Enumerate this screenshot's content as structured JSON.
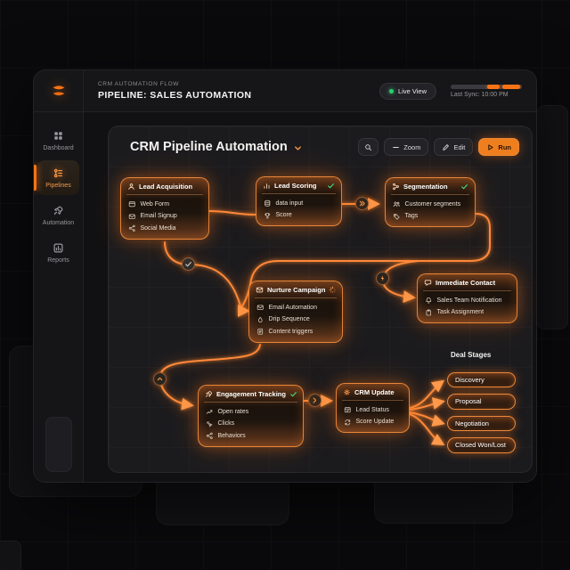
{
  "app": {
    "header": {
      "eyebrow": "CRM AUTOMATION FLOW",
      "title": "PIPELINE: SALES AUTOMATION",
      "live_badge": "Live View",
      "last_sync": "Last Sync: 10:00 PM",
      "logo_icon": "layers-logo"
    },
    "sidebar": {
      "items": [
        {
          "label": "Dashboard",
          "icon": "grid",
          "active": false
        },
        {
          "label": "Pipelines",
          "icon": "pipeline",
          "active": true
        },
        {
          "label": "Automation",
          "icon": "rocket",
          "active": false
        },
        {
          "label": "Reports",
          "icon": "chart-box",
          "active": false
        }
      ]
    },
    "canvas": {
      "title": "CRM Pipeline Automation",
      "title_chevron": "chevron-down",
      "toolbar": {
        "zoom_icon": "magnifier",
        "zoom_minus": "minus",
        "zoom_label": "Zoom",
        "edit_icon": "pencil",
        "edit_label": "Edit",
        "run_icon": "play",
        "run_label": "Run"
      },
      "nodes": [
        {
          "title": "Lead Acquisition",
          "icon": "user",
          "status": "",
          "items": [
            {
              "icon": "browser",
              "label": "Web Form"
            },
            {
              "icon": "mail",
              "label": "Email Signup"
            },
            {
              "icon": "share",
              "label": "Social Media"
            }
          ]
        },
        {
          "title": "Lead Scoring",
          "icon": "chart-bars",
          "status": "check",
          "items": [
            {
              "icon": "database",
              "label": "data input"
            },
            {
              "icon": "trophy",
              "label": "Score"
            }
          ]
        },
        {
          "title": "Segmentation",
          "icon": "nodes",
          "status": "check",
          "items": [
            {
              "icon": "users",
              "label": "Customer segments"
            },
            {
              "icon": "tag",
              "label": "Tags"
            }
          ]
        },
        {
          "title": "Nurture Campaign",
          "icon": "mail",
          "status": "spinner",
          "items": [
            {
              "icon": "mail",
              "label": "Email Automation"
            },
            {
              "icon": "droplet",
              "label": "Drip Sequence"
            },
            {
              "icon": "doc",
              "label": "Content triggers"
            }
          ]
        },
        {
          "title": "Immediate Contact",
          "icon": "chat",
          "status": "",
          "items": [
            {
              "icon": "bell",
              "label": "Sales Team Notification"
            },
            {
              "icon": "clipboard",
              "label": "Task Assignment"
            }
          ]
        },
        {
          "title": "Engagement Tracking",
          "icon": "rocket",
          "status": "check",
          "items": [
            {
              "icon": "trend",
              "label": "Open rates"
            },
            {
              "icon": "click",
              "label": "Clicks"
            },
            {
              "icon": "share",
              "label": "Behaviors"
            }
          ]
        },
        {
          "title": "CRM Update",
          "icon": "gear",
          "status": "",
          "items": [
            {
              "icon": "calendar-check",
              "label": "Lead Status"
            },
            {
              "icon": "refresh",
              "label": "Score Update"
            }
          ]
        }
      ],
      "connector_badges": [
        {
          "icon": "check"
        },
        {
          "icon": "chevrons-right"
        },
        {
          "icon": "spark"
        },
        {
          "icon": "chevron-up"
        },
        {
          "icon": "chevron-right"
        }
      ],
      "deal_stages": {
        "label": "Deal Stages",
        "stages": [
          "Discovery",
          "Proposal",
          "Negotiation",
          "Closed Won/Lost"
        ]
      }
    },
    "colors": {
      "accent": "#f97316",
      "accent_bright": "#ff9a4d",
      "success": "#4ade80",
      "live_green": "#2ecc71",
      "bg": "#0a0a0c"
    }
  }
}
